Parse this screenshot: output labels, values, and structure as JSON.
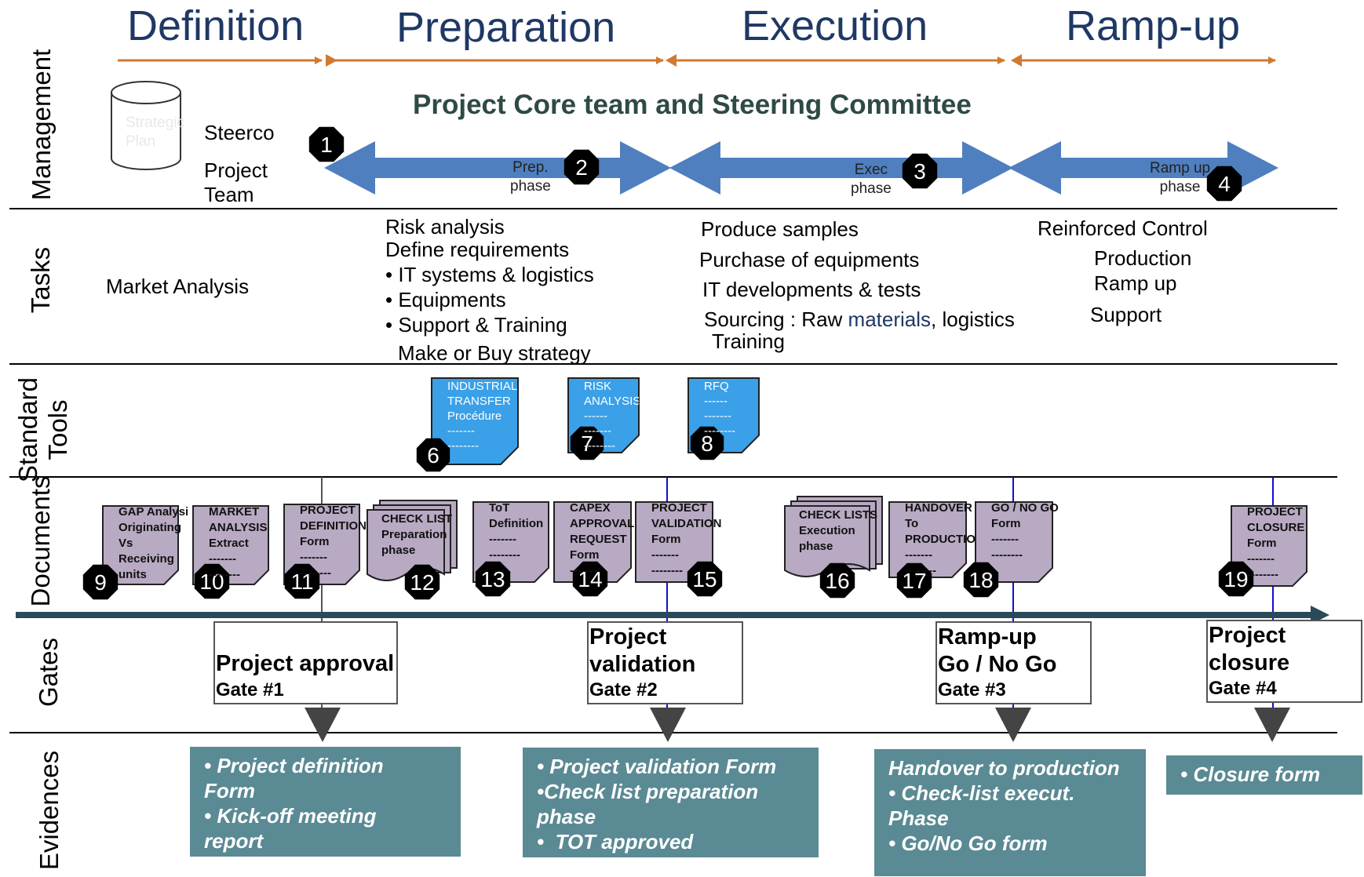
{
  "phases": [
    "Definition",
    "Preparation",
    "Execution",
    "Ramp-up"
  ],
  "row_labels": [
    "Management",
    "Tasks",
    "Standard\nTools",
    "Documents",
    "Gates",
    "Evidences"
  ],
  "management": {
    "cylinder_text": "Strategic\nPlan",
    "steerco": "Steerco",
    "project_team": "Project\nTeam",
    "banner": "Project Core team and Steering Committee",
    "markers": [
      "1",
      "2",
      "3",
      "4"
    ],
    "phase_labels": [
      "Prep.\nphase",
      "Exec\nphase",
      "Ramp up\nphase"
    ]
  },
  "tasks": {
    "definition": [
      "Market Analysis"
    ],
    "preparation": [
      "Risk analysis",
      "Define requirements",
      "• IT systems & logistics",
      "• Equipments",
      "• Support & Training",
      "Make or Buy strategy"
    ],
    "execution": [
      "Produce samples",
      "Purchase of equipments",
      "IT developments & tests",
      "Sourcing : Raw materials, logistics",
      "Training"
    ],
    "rampup": [
      "Reinforced Control",
      "Production",
      "Ramp up",
      "Support"
    ]
  },
  "tools": [
    {
      "num": "6",
      "text": "INDUSTRIAL\nTRANSFER\nProcédure\n-------\n--------"
    },
    {
      "num": "7",
      "text": "RISK\nANALYSIS\n------\n-------\n--------"
    },
    {
      "num": "8",
      "text": "RFQ\n------\n-------\n--------"
    }
  ],
  "documents": [
    {
      "num": "9",
      "text": "GAP Analysis\nOriginating\nVs\nReceiving\nunits"
    },
    {
      "num": "10",
      "text": "MARKET\nANALYSIS\nExtract\n-------\n--------"
    },
    {
      "num": "11",
      "text": "PROJECT\nDEFINITION\nForm\n-------\n--------"
    },
    {
      "num": "12",
      "text": "CHECK LISTS\nPreparation\nphase"
    },
    {
      "num": "13",
      "text": "ToT\nDefinition\n-------\n--------"
    },
    {
      "num": "14",
      "text": "CAPEX\nAPPROVAL\nREQUEST\nForm\n-------"
    },
    {
      "num": "15",
      "text": "PROJECT\nVALIDATION\nForm\n-------\n--------"
    },
    {
      "num": "16",
      "text": "CHECK LISTS\nExecution\nphase"
    },
    {
      "num": "17",
      "text": "HANDOVER\nTo\nPRODUCTION\n-------\n--------"
    },
    {
      "num": "18",
      "text": "GO / NO GO\nForm\n-------\n--------"
    },
    {
      "num": "19",
      "text": "PROJECT\nCLOSURE\nForm\n-------\n--------"
    }
  ],
  "gates": [
    {
      "title": "Project approval",
      "gate": "Gate #1"
    },
    {
      "title": "Project\nvalidation",
      "gate": "Gate #2"
    },
    {
      "title": "Ramp-up\nGo / No Go",
      "gate": "Gate #3"
    },
    {
      "title": "Project\nclosure",
      "gate": "Gate #4"
    }
  ],
  "evidences": [
    "• Project definition\nForm\n• Kick-off meeting\nreport",
    "• Project validation Form\n•Check list preparation\nphase\n•  TOT approved",
    "Handover to production\n• Check-list execut.\nPhase\n• Go/No Go form",
    "• Closure form"
  ],
  "colors": {
    "phase_text": "#1f3864",
    "orange_arrow": "#d07a30",
    "blue_arrow": "#4f7fbf",
    "banner_text": "#2e4a46",
    "doc_fill": "#b8aac3",
    "tool_fill": "#3aa0e8",
    "evidence_fill": "#5a8a94",
    "timeline": "#2a4a58"
  }
}
